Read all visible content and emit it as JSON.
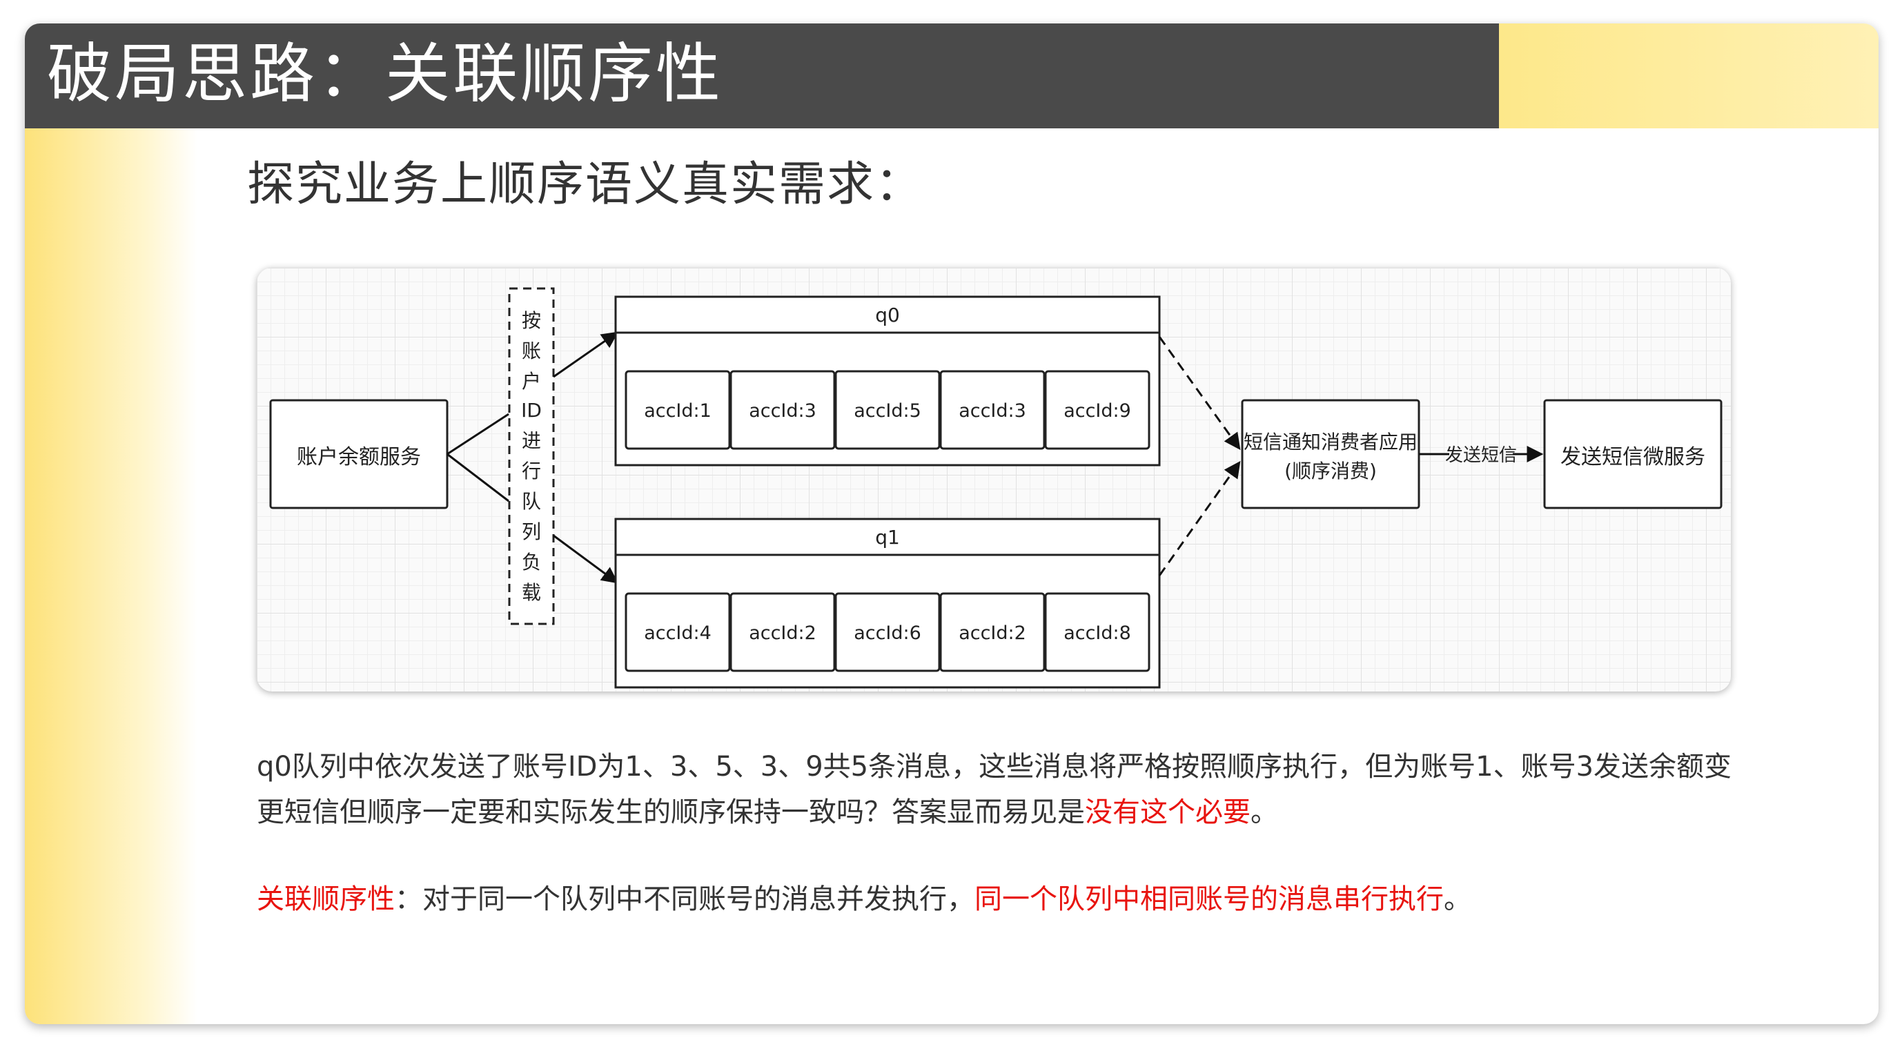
{
  "slide": {
    "title": "破局思路：关联顺序性",
    "subtitle": "探究业务上顺序语义真实需求："
  },
  "diagram": {
    "source_box": "账户余额服务",
    "router_chars": [
      "按",
      "账",
      "户",
      "ID",
      "进",
      "行",
      "队",
      "列",
      "负",
      "载"
    ],
    "queues": [
      {
        "name": "q0",
        "items": [
          "accId:1",
          "accId:3",
          "accId:5",
          "accId:3",
          "accId:9"
        ]
      },
      {
        "name": "q1",
        "items": [
          "accId:4",
          "accId:2",
          "accId:6",
          "accId:2",
          "accId:8"
        ]
      }
    ],
    "consumer_lines": [
      "短信通知消费者应用",
      "(顺序消费)"
    ],
    "edge_label": "发送短信",
    "target_box": "发送短信微服务"
  },
  "paragraph1": {
    "line1": "q0队列中依次发送了账号ID为1、3、5、3、9共5条消息，这些消息将严格按照顺序执行，但为账号1、账号3发送余额变",
    "line2_plain": "更短信但顺序一定要和实际发生的顺序保持一致吗？答案显而易见是",
    "line2_highlight": "没有这个必要",
    "line2_end": "。"
  },
  "paragraph2": {
    "term": "关联顺序性",
    "middle": "：对于同一个队列中不同账号的消息并发执行，",
    "highlight": "同一个队列中相同账号的消息串行执行",
    "end": "。"
  },
  "colors": {
    "highlight": "#e8140f",
    "title_bar": "#4a4a4a",
    "accent": "#fde88a"
  }
}
